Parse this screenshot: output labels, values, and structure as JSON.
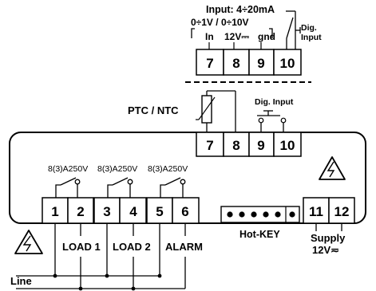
{
  "input": {
    "title": "Input: 4÷20mA",
    "range": "0÷1V / 0÷10V",
    "pins": [
      "In",
      "12V⎓",
      "gnd"
    ],
    "dig_input": [
      "Dig.",
      "Input"
    ]
  },
  "top_terminals": [
    "7",
    "8",
    "9",
    "10"
  ],
  "probe_label": "PTC / NTC",
  "dig_input_label": "Dig. Input",
  "mid_terminals": [
    "7",
    "8",
    "9",
    "10"
  ],
  "relay_ratings": [
    "8(3)A250V",
    "8(3)A250V",
    "8(3)A250V"
  ],
  "bottom_terminals": [
    "1",
    "2",
    "3",
    "4",
    "5",
    "6"
  ],
  "supply_terminals": [
    "11",
    "12"
  ],
  "load_labels": [
    "LOAD 1",
    "LOAD 2",
    "ALARM"
  ],
  "hotkey_label": "Hot-KEY",
  "supply_label": [
    "Supply",
    "12V≂"
  ],
  "line_label": "Line"
}
